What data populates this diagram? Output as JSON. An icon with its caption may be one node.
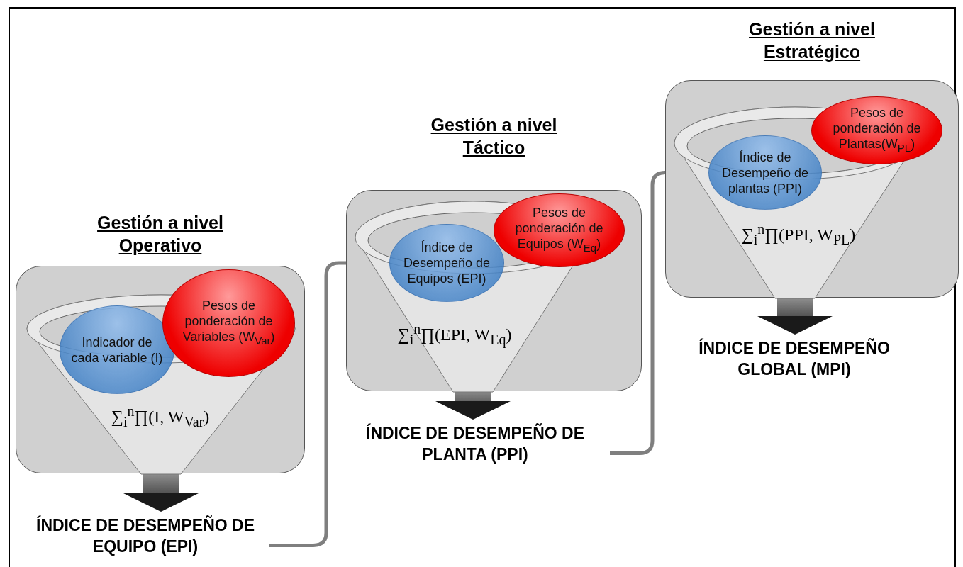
{
  "diagram": {
    "nodes": [
      {
        "text": [
          "Gestión a nivel Operativo"
        ]
      },
      {
        "text": [
          "∑$_{i}$$^{n}$∏(I, W$_{Var}$)"
        ],
        "in": 0
      },
      {
        "text": [
          "Indicador de cada variable (I)"
        ],
        "in": 1
      },
      {
        "text": [
          "Pesos de ponderación de Variables (W$_{Var}$)"
        ],
        "in": 0
      },
      {
        "text": [
          "ÍNDICE DE DESEMPEÑO DE EQUIPO (EPI)"
        ]
      },
      {
        "text": [
          "Gestión a nivel Táctico"
        ]
      },
      {
        "text": [
          "∑$_{i}$$^{n}$∏(EPI, W$_{Eq}$)"
        ],
        "in": 5
      },
      {
        "text": [
          "Índice de Desempeño de Equipos (EPI)"
        ],
        "in": 6
      },
      {
        "text": [
          "Pesos de ponderación de Equipos (W$_{Eq}$)"
        ],
        "in": 5
      },
      {
        "text": [
          "ÍNDICE DE DESEMPEÑO DE PLANTA (PPI)"
        ]
      },
      {
        "text": [
          "Gestión a nivel Estratégico"
        ]
      },
      {
        "text": [
          "∑$_{i}$$^{n}$∏(PPI, W$_{PL}$)"
        ],
        "in": 10
      },
      {
        "text": [
          "Índice de Desempeño de plantas (PPI)"
        ],
        "in": 11
      },
      {
        "text": [
          "Pesos de ponderación de Plantas(W$_{PL}$)"
        ],
        "in": 10
      },
      {
        "text": [
          "ÍNDICE DE DESEMPEÑO GLOBAL (MPI)"
        ]
      }
    ],
    "edges": [
      {
        "from": 1,
        "to": 4,
        "arrow": "to",
        "style": "thick"
      },
      {
        "from": 4,
        "to": 7,
        "arrow": "to"
      },
      {
        "from": 6,
        "to": 9,
        "arrow": "to",
        "style": "thick"
      },
      {
        "from": 9,
        "to": 12,
        "arrow": "to"
      },
      {
        "from": 11,
        "to": 14,
        "arrow": "to",
        "style": "thick"
      }
    ]
  }
}
